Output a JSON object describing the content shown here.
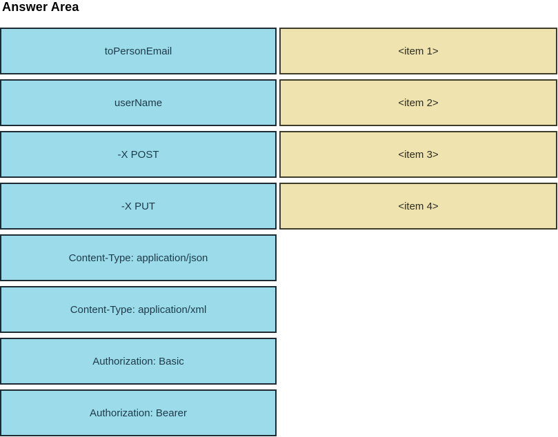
{
  "page": {
    "title": "Answer Area"
  },
  "colors": {
    "source_fill": "#9BDBEA",
    "source_border": "#1C2B33",
    "source_text": "#1D3A49",
    "target_fill": "#EFE4B0",
    "target_border": "#3C3C28",
    "target_text": "#2B2B20",
    "background": "#FFFFFF",
    "title_text": "#000000"
  },
  "source_items": [
    {
      "label": "toPersonEmail"
    },
    {
      "label": "userName"
    },
    {
      "label": "-X POST"
    },
    {
      "label": "-X PUT"
    },
    {
      "label": "Content-Type: application/json"
    },
    {
      "label": "Content-Type: application/xml"
    },
    {
      "label": "Authorization: Basic"
    },
    {
      "label": "Authorization: Bearer"
    }
  ],
  "target_slots": [
    {
      "label": "<item 1>"
    },
    {
      "label": "<item 2>"
    },
    {
      "label": "<item 3>"
    },
    {
      "label": "<item 4>"
    }
  ]
}
